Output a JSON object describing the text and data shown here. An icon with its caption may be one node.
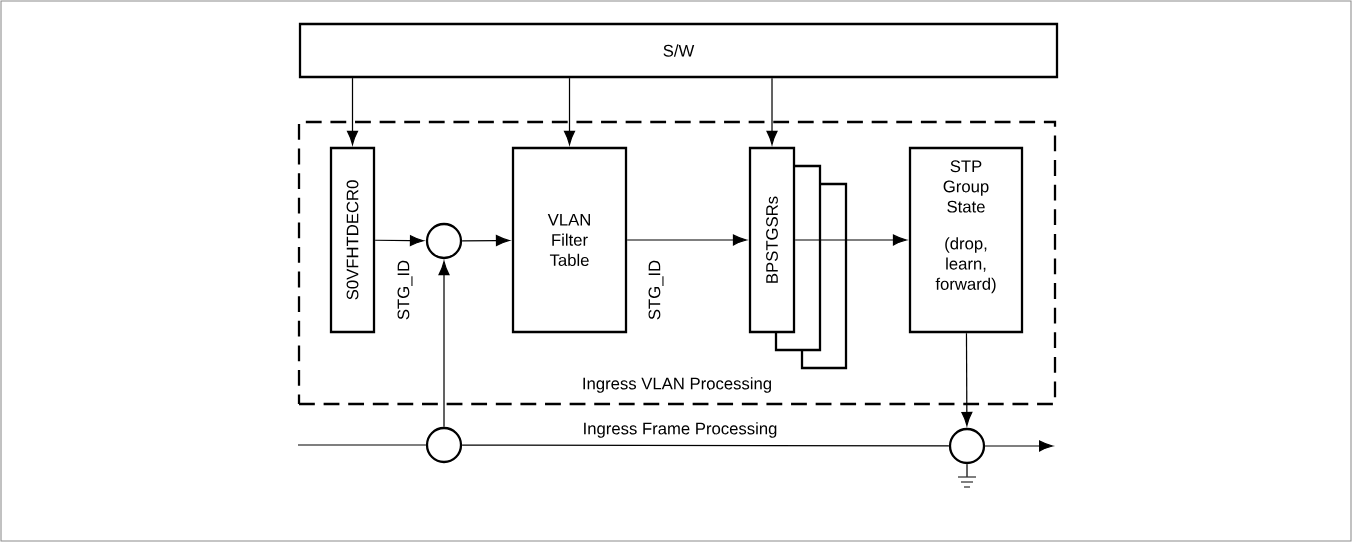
{
  "diagram": {
    "nodes": [
      {
        "text": [
          "S/W"
        ]
      },
      {
        "text": [
          "Ingress VLAN Processing"
        ]
      },
      {
        "text": [
          "S0VFHTDECR0"
        ],
        "in": 1
      },
      {
        "text": [],
        "shape": "circle",
        "in": 1
      },
      {
        "text": [
          "VLAN Filter Table"
        ],
        "in": 1
      },
      {
        "text": [
          "BPSTGSRs"
        ],
        "in": 1
      },
      {
        "text": [
          "STP Group State",
          "(drop, learn, forward)"
        ],
        "in": 1
      },
      {
        "text": [],
        "shape": "circle"
      },
      {
        "text": [],
        "shape": "circle"
      },
      {
        "text": [],
        "shape": "ground"
      }
    ],
    "edges": [
      {
        "from": 0,
        "to": 2,
        "arrow": "to"
      },
      {
        "from": 0,
        "to": 4,
        "arrow": "to"
      },
      {
        "from": 0,
        "to": 5,
        "arrow": "to"
      },
      {
        "from": 2,
        "to": 3,
        "arrow": "to",
        "label": "STG_ID"
      },
      {
        "from": 3,
        "to": 4,
        "arrow": "to"
      },
      {
        "from": 4,
        "to": 5,
        "arrow": "to",
        "label": "STG_ID"
      },
      {
        "from": 5,
        "to": 6,
        "arrow": "to"
      },
      {
        "from": 7,
        "to": 3,
        "arrow": "to"
      },
      {
        "from": 6,
        "to": 8,
        "arrow": "to"
      },
      {
        "from": null,
        "to": 7,
        "arrow": "none"
      },
      {
        "from": 7,
        "to": 8,
        "arrow": "none",
        "label": "Ingress Frame Processing"
      },
      {
        "from": 8,
        "to": null,
        "arrow": "to"
      },
      {
        "from": 8,
        "to": 9,
        "arrow": "none"
      }
    ]
  }
}
